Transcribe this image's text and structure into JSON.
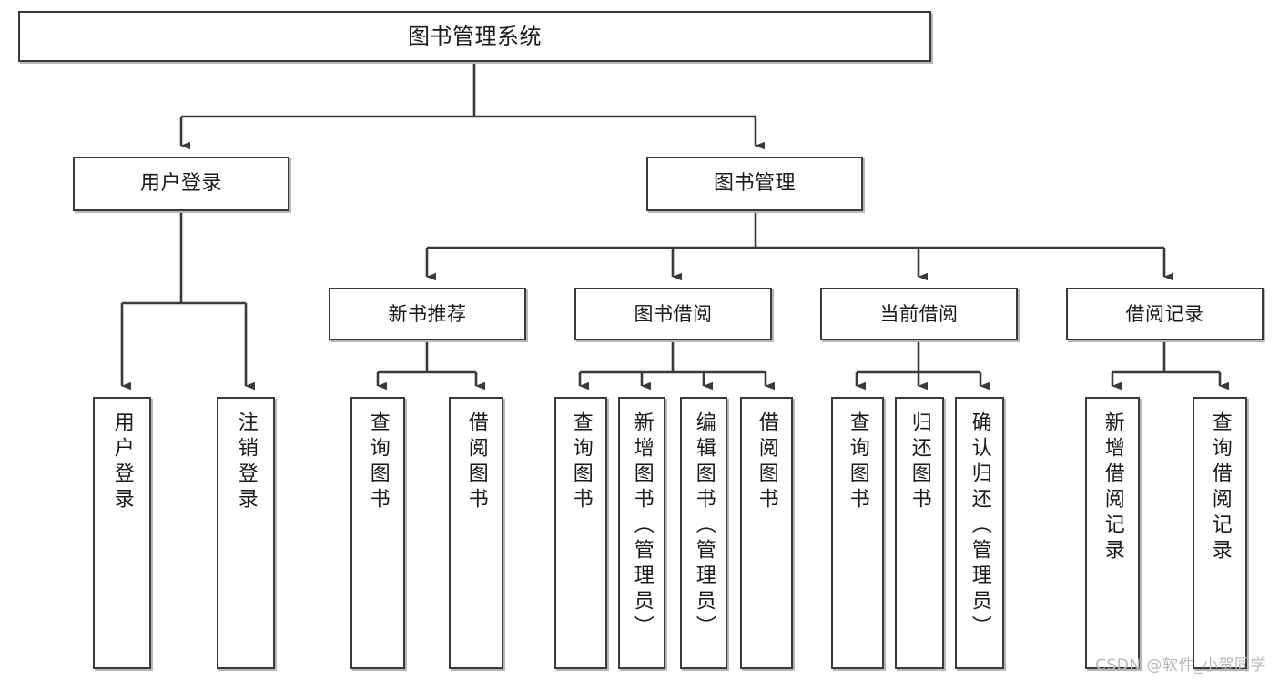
{
  "diagram": {
    "title": "图书管理系统",
    "type": "hierarchy-tree",
    "watermark": "CSDN @软件_小贺同学",
    "colors": {
      "box_border": "#3a3a3a",
      "box_fill": "#ffffff",
      "connector": "#3a3a3a",
      "shadow": "#b7b7b7",
      "text": "#1a1a1a",
      "watermark": "#b9b9b9",
      "background": "#ffffff"
    },
    "root": {
      "label": "图书管理系统"
    },
    "level2": [
      {
        "label": "用户登录"
      },
      {
        "label": "图书管理"
      }
    ],
    "level3": [
      {
        "label": "新书推荐"
      },
      {
        "label": "图书借阅"
      },
      {
        "label": "当前借阅"
      },
      {
        "label": "借阅记录"
      }
    ],
    "leaves": {
      "user_login": [
        {
          "label": "用户登录"
        },
        {
          "label": "注销登录"
        }
      ],
      "new_book_recommend": [
        {
          "label": "查询图书"
        },
        {
          "label": "借阅图书"
        }
      ],
      "book_borrow": [
        {
          "label": "查询图书"
        },
        {
          "label": "新增图书（管理员）"
        },
        {
          "label": "编辑图书（管理员）"
        },
        {
          "label": "借阅图书"
        }
      ],
      "current_borrow": [
        {
          "label": "查询图书"
        },
        {
          "label": "归还图书"
        },
        {
          "label": "确认归还（管理员）"
        }
      ],
      "borrow_records": [
        {
          "label": "新增借阅记录"
        },
        {
          "label": "查询借阅记录"
        }
      ]
    }
  }
}
